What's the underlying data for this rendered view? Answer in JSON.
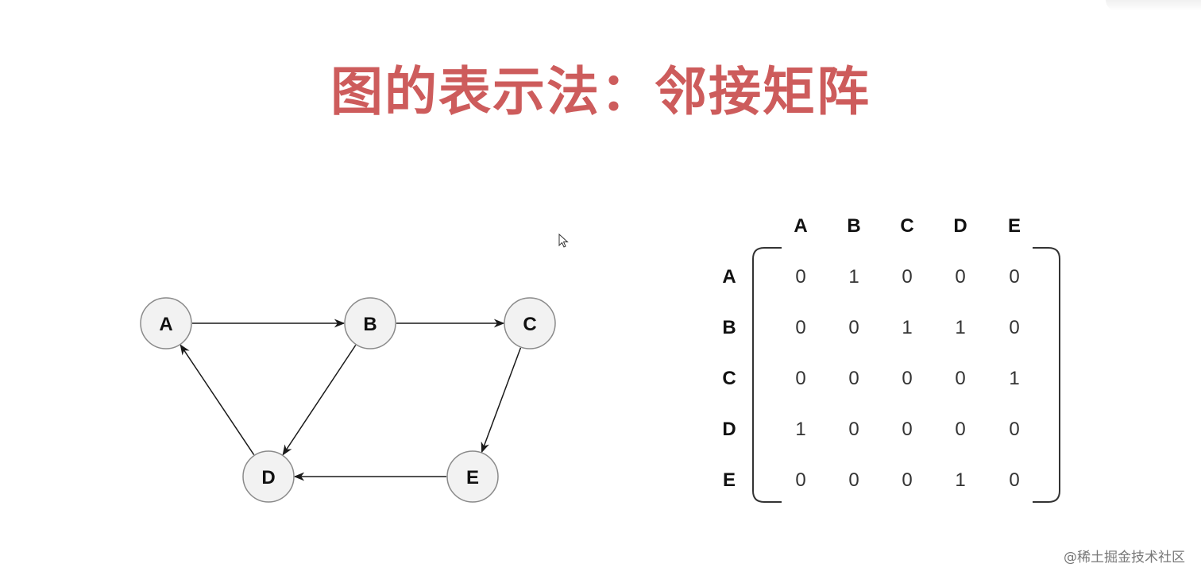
{
  "title": "图的表示法：邻接矩阵",
  "graph": {
    "nodes": [
      {
        "id": "A",
        "label": "A"
      },
      {
        "id": "B",
        "label": "B"
      },
      {
        "id": "C",
        "label": "C"
      },
      {
        "id": "D",
        "label": "D"
      },
      {
        "id": "E",
        "label": "E"
      }
    ],
    "edges": [
      {
        "from": "A",
        "to": "B"
      },
      {
        "from": "B",
        "to": "C"
      },
      {
        "from": "B",
        "to": "D"
      },
      {
        "from": "C",
        "to": "E"
      },
      {
        "from": "D",
        "to": "A"
      },
      {
        "from": "E",
        "to": "D"
      }
    ]
  },
  "matrix": {
    "columns": [
      "A",
      "B",
      "C",
      "D",
      "E"
    ],
    "rows": [
      {
        "label": "A",
        "values": [
          "0",
          "1",
          "0",
          "0",
          "0"
        ]
      },
      {
        "label": "B",
        "values": [
          "0",
          "0",
          "1",
          "1",
          "0"
        ]
      },
      {
        "label": "C",
        "values": [
          "0",
          "0",
          "0",
          "0",
          "1"
        ]
      },
      {
        "label": "D",
        "values": [
          "1",
          "0",
          "0",
          "0",
          "0"
        ]
      },
      {
        "label": "E",
        "values": [
          "0",
          "0",
          "0",
          "1",
          "0"
        ]
      }
    ]
  },
  "watermark": "@稀土掘金技术社区",
  "colors": {
    "title": "#cd5c5c",
    "node_fill": "#f2f2f2",
    "node_stroke": "#8a8a8a"
  },
  "icons": {
    "cursor": "mouse-pointer-icon"
  }
}
